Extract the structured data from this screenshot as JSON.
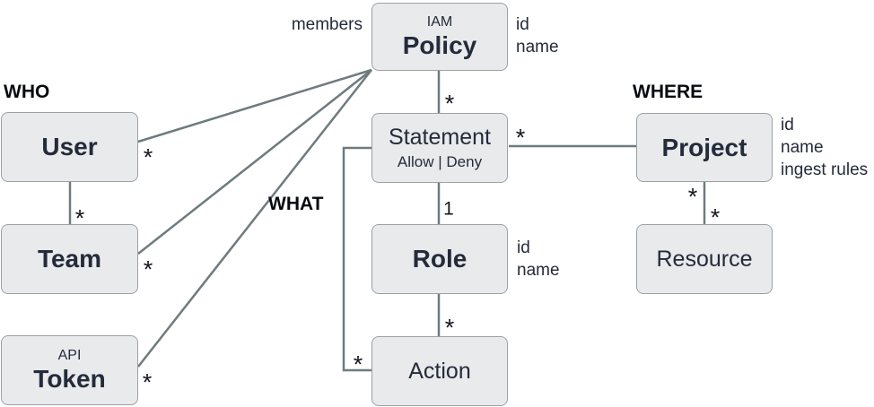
{
  "colors": {
    "box_fill": "#e8eaec",
    "box_border": "#9ba1a6",
    "line": "#6f7b7e",
    "entity_text": "#242b3a",
    "heading_text": "#070b10"
  },
  "headings": {
    "who": "WHO",
    "what": "WHAT",
    "where": "WHERE"
  },
  "relationship_labels": {
    "members": "members"
  },
  "entities": {
    "policy": {
      "kicker": "IAM",
      "name": "Policy",
      "attributes": [
        "id",
        "name"
      ]
    },
    "statement": {
      "name": "Statement",
      "subtitle": "Allow | Deny"
    },
    "role": {
      "name": "Role",
      "attributes": [
        "id",
        "name"
      ]
    },
    "action": {
      "name": "Action"
    },
    "user": {
      "name": "User"
    },
    "team": {
      "name": "Team"
    },
    "token": {
      "kicker": "API",
      "name": "Token"
    },
    "project": {
      "name": "Project",
      "attributes": [
        "id",
        "name",
        "ingest rules"
      ]
    },
    "resource": {
      "name": "Resource"
    }
  },
  "multiplicities": {
    "policy_statement": "*",
    "statement_role": "1",
    "role_action": "*",
    "what_action": "*",
    "statement_project": "*",
    "project_resource_upper": "*",
    "project_resource_lower": "*",
    "policy_user": "*",
    "user_team": "*",
    "policy_team": "*",
    "policy_token": "*"
  }
}
